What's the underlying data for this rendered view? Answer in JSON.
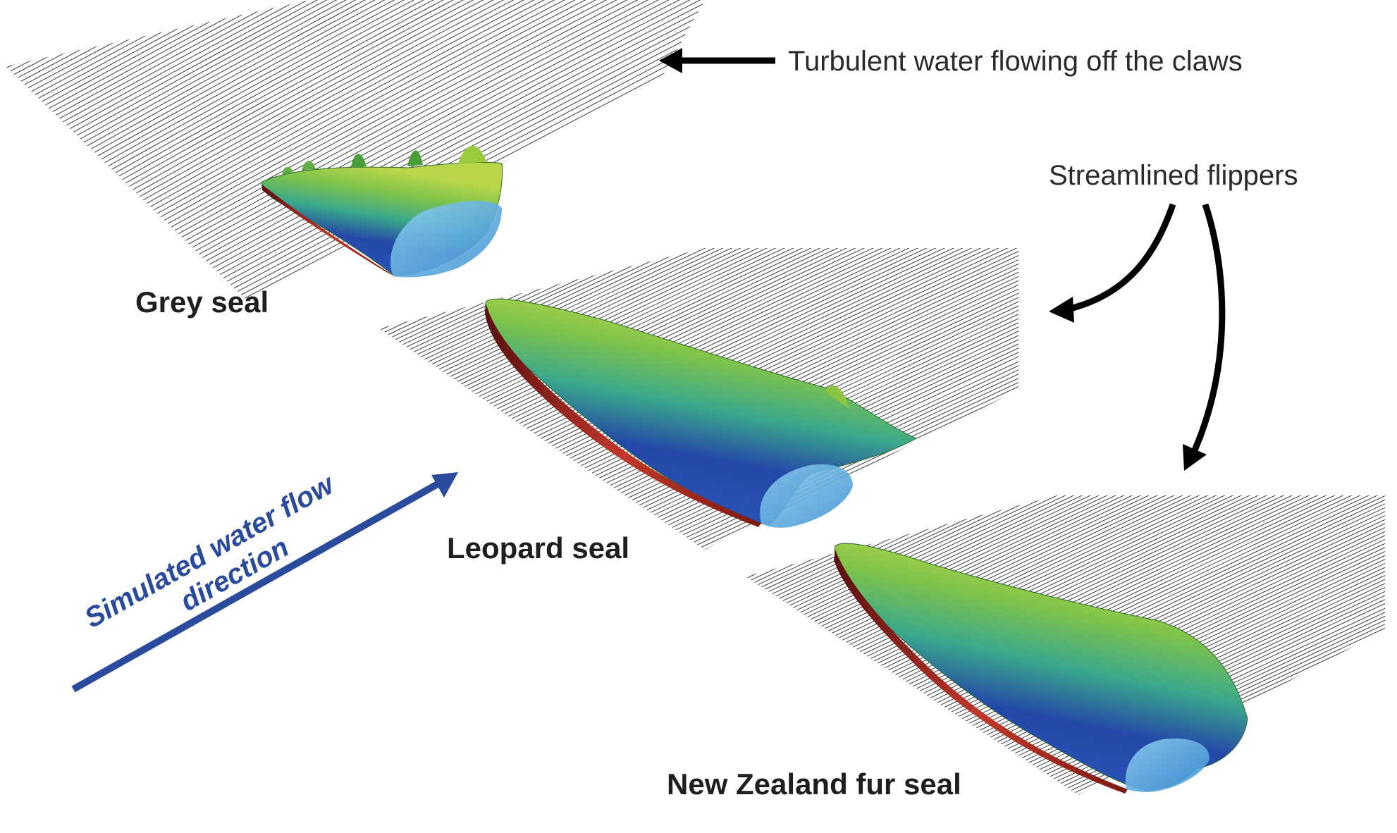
{
  "labels": {
    "grey_seal": "Grey seal",
    "leopard_seal": "Leopard seal",
    "nz_fur_seal": "New Zealand fur seal",
    "turbulent": "Turbulent water flowing off the claws",
    "streamlined": "Streamlined flippers",
    "flow_line1": "Simulated water flow",
    "flow_line2": "direction"
  },
  "colors": {
    "flow_arrow": "#2a4a9c",
    "streamline": "#3a3a3a",
    "flipper_green": "#7fc34a",
    "flipper_blue": "#2447a8",
    "flipper_cyan": "#4fb3e6",
    "flipper_red": "#b21f1f"
  },
  "icons": {
    "callout_arrow": "black-arrow-icon",
    "flow_arrow": "blue-arrow-icon"
  }
}
